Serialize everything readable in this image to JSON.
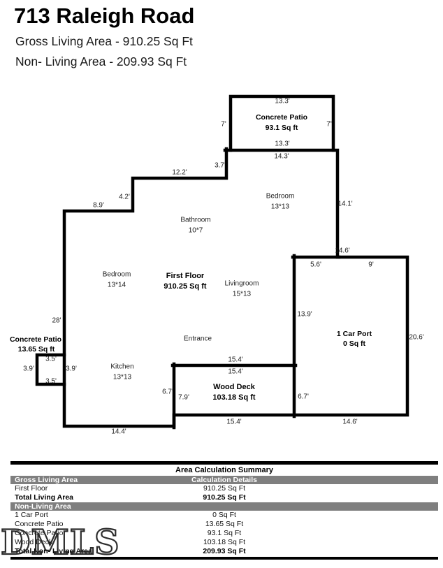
{
  "header": {
    "title": "713 Raleigh Road",
    "gross_line": "Gross Living Area - 910.25 Sq Ft",
    "nonliving_line": "Non- Living Area - 209.93 Sq Ft"
  },
  "colors": {
    "wall": "#000000",
    "table_section_bg": "#7f7f7f",
    "table_section_text": "#ffffff"
  },
  "plan": {
    "labels": {
      "patio_top_width": "13.3'",
      "patio_left_height": "7'",
      "patio_right_height": "7'",
      "patio_name": "Concrete Patio",
      "patio_area": "93.1 Sq ft",
      "patio_bottom_width": "13.3'",
      "house_top_width": "14.3'",
      "dim_3_7": "3.7'",
      "dim_12_2": "12.2'",
      "dim_4_2": "4.2'",
      "dim_8_9": "8.9'",
      "bedroom1_name": "Bedroom",
      "bedroom1_size": "13*13",
      "dim_14_1": "14.1'",
      "bathroom_name": "Bathroom",
      "bathroom_size": "10*7",
      "dim_14_6_top": "14.6'",
      "dim_5_6": "5.6'",
      "dim_9": "9'",
      "bedroom2_name": "Bedroom",
      "bedroom2_size": "13*14",
      "firstfloor_name": "First Floor",
      "firstfloor_area": "910.25 Sq ft",
      "living_name": "Livingroom",
      "living_size": "15*13",
      "dim_13_9": "13.9'",
      "dim_28": "28'",
      "carport_name": "1 Car Port",
      "carport_area": "0 Sq ft",
      "dim_20_6": "20.6'",
      "patio2_name": "Concrete Patio",
      "patio2_area": "13.65 Sq ft",
      "entrance": "Entrance",
      "dim_3_5_top": "3.5'",
      "dim_3_9_left": "3.9'",
      "dim_3_9_right": "3.9'",
      "dim_3_5_bottom": "3.5'",
      "kitchen_name": "Kitchen",
      "kitchen_size": "13*13",
      "dim_15_4_above": "15.4'",
      "dim_15_4_below": "15.4'",
      "deck_name": "Wood Deck",
      "deck_area": "103.18 Sq ft",
      "dim_6_7_left": "6.7'",
      "dim_7_9": "7.9'",
      "dim_6_7_right": "6.7'",
      "dim_15_4_bottom": "15.4'",
      "dim_14_6_bottom": "14.6'",
      "dim_14_4": "14.4'"
    }
  },
  "table": {
    "title": "Area Calculation Summary",
    "section_living": "Gross Living Area",
    "details_header": "Calculation Details",
    "rows_living": [
      {
        "label": "First Floor",
        "value": "910.25 Sq Ft"
      },
      {
        "label": "Total Living Area",
        "value": "910.25 Sq Ft"
      }
    ],
    "section_nonliving": "Non-Living Area",
    "rows_nonliving": [
      {
        "label": "1 Car Port",
        "value": "0 Sq Ft"
      },
      {
        "label": "Concrete Patio",
        "value": "13.65 Sq Ft"
      },
      {
        "label": "Concrete Patio",
        "value": "93.1 Sq Ft"
      },
      {
        "label": "Wood Deck",
        "value": "103.18 Sq Ft"
      },
      {
        "label": "Total Non- Living Area",
        "value": "209.93 Sq Ft"
      }
    ]
  },
  "watermark": "DMLS"
}
